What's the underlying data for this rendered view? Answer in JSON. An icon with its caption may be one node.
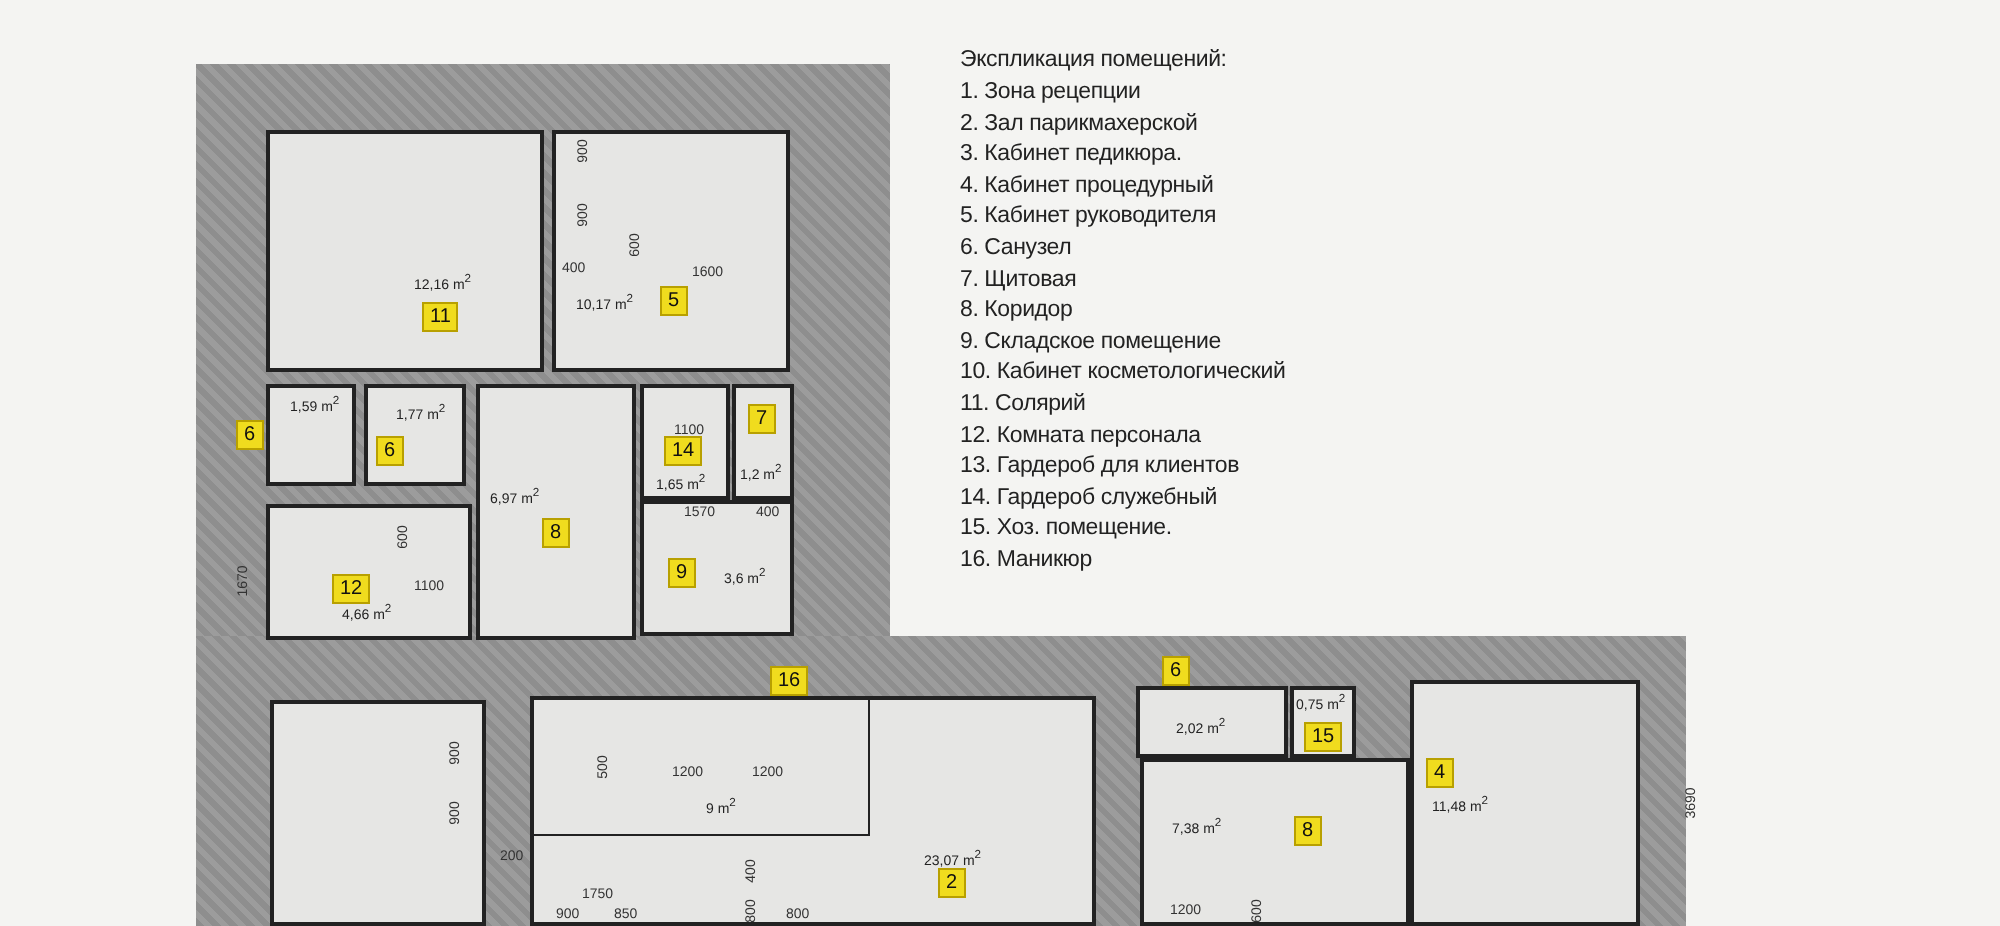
{
  "diagram": {
    "title": "Экспликация помещений:",
    "nodes": [
      {
        "text": [
          "12,16 m$^{2}$",
          "11"
        ]
      },
      {
        "text": [
          "10,17 m$^{2}$",
          "5"
        ]
      },
      {
        "text": [
          "6",
          "1,59 m$^{2}$"
        ]
      },
      {
        "text": [
          "1,77 m$^{2}$",
          "6"
        ]
      },
      {
        "text": [
          "14",
          "1,65 m$^{2}$"
        ]
      },
      {
        "text": [
          "7",
          "1,2 m$^{2}$"
        ]
      },
      {
        "text": [
          "6,97 m$^{2}$",
          "8"
        ]
      },
      {
        "text": [
          "9",
          "3,6 m$^{2}$"
        ]
      },
      {
        "text": [
          "12",
          "4,66 m$^{2}$"
        ]
      },
      {
        "text": [],
        "shape": "box"
      },
      {
        "text": [
          "23,07 m$^{2}$",
          "2"
        ]
      },
      {
        "text": [
          "16",
          "9 m$^{2}$"
        ],
        "in": 10
      },
      {
        "text": [
          "6",
          "2,02 m$^{2}$"
        ]
      },
      {
        "text": [
          "0,75 m$^{2}$",
          "15"
        ]
      },
      {
        "text": [
          "7,38 m$^{2}$",
          "8"
        ]
      },
      {
        "text": [
          "4",
          "11,48 m$^{2}$"
        ]
      }
    ],
    "labels": [
      "1. Зона рецепции",
      "2. Зал парикмахерской",
      "3. Кабинет педикюра.",
      "4. Кабинет процедурный",
      "5. Кабинет руководителя",
      "6. Санузел",
      "7. Щитовая",
      "8. Коридор",
      "9. Складское помещение",
      "10. Кабинет косметологический",
      "11. Солярий",
      "12. Комната персонала",
      "13. Гардероб для клиентов",
      "14. Гардероб служебный",
      "15. Хоз. помещение.",
      "16. Маникюр",
      "900",
      "900",
      "600",
      "400",
      "1600",
      "1100",
      "1570",
      "400",
      "600",
      "1100",
      "1670",
      "900",
      "900",
      "500",
      "1200",
      "1200",
      "200",
      "1750",
      "900",
      "850",
      "800",
      "400",
      "800",
      "1200",
      "600",
      "3690"
    ]
  }
}
